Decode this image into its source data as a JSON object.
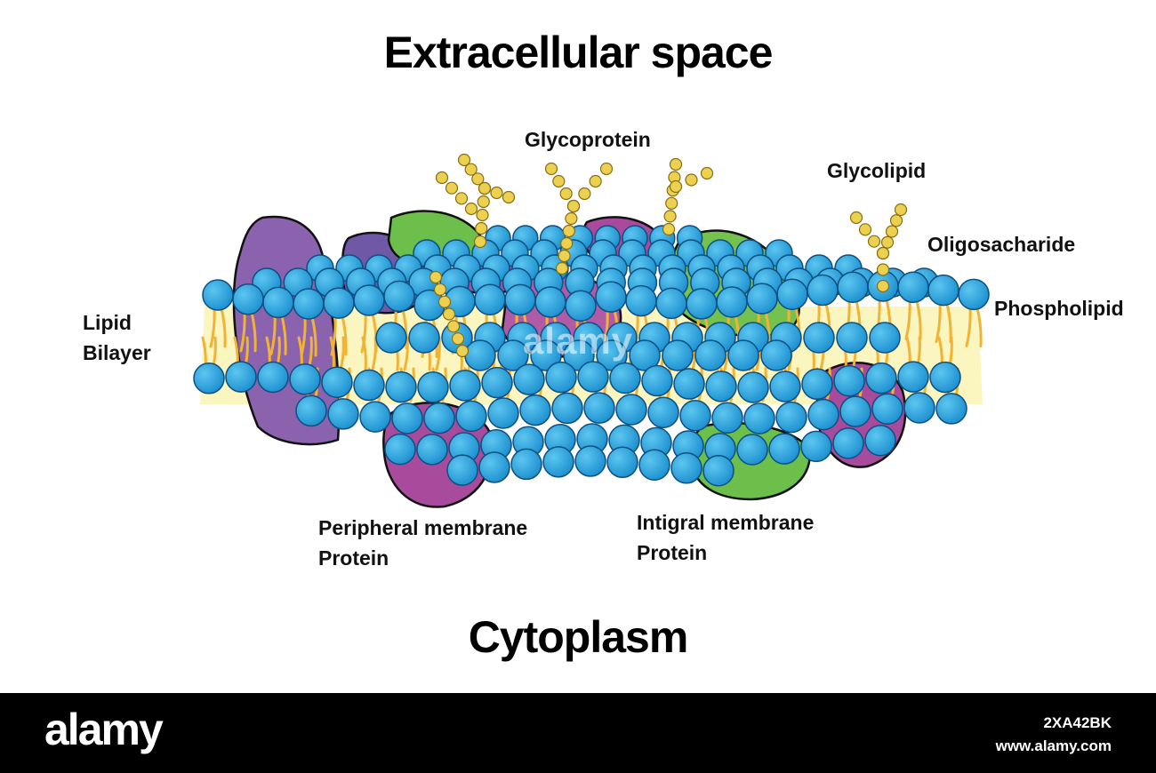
{
  "titles": {
    "top": "Extracellular space",
    "bottom": "Cytoplasm"
  },
  "labels": {
    "glycoprotein": "Glycoprotein",
    "glycolipid": "Glycolipid",
    "oligosaccharide": "Oligosacharide",
    "phospholipid": "Phospholipid",
    "lipid_bilayer_line1": "Lipid",
    "lipid_bilayer_line2": "Bilayer",
    "peripheral_line1": "Peripheral membrane",
    "peripheral_line2": "Protein",
    "integral_line1": "Intigral membrane",
    "integral_line2": "Protein"
  },
  "watermark": "alamy",
  "footer": {
    "logo": "alamy",
    "image_id": "2XA42BK",
    "url": "www.alamy.com"
  },
  "colors": {
    "phospholipid_head": "#29a3dc",
    "lipid_tail": "#f2b233",
    "bilayer_core": "#fbf5bf",
    "protein_purple": "#7d5aa8",
    "protein_magenta": "#a84b9c",
    "protein_green": "#6cbf4b",
    "sugar_bead": "#ecd150"
  }
}
